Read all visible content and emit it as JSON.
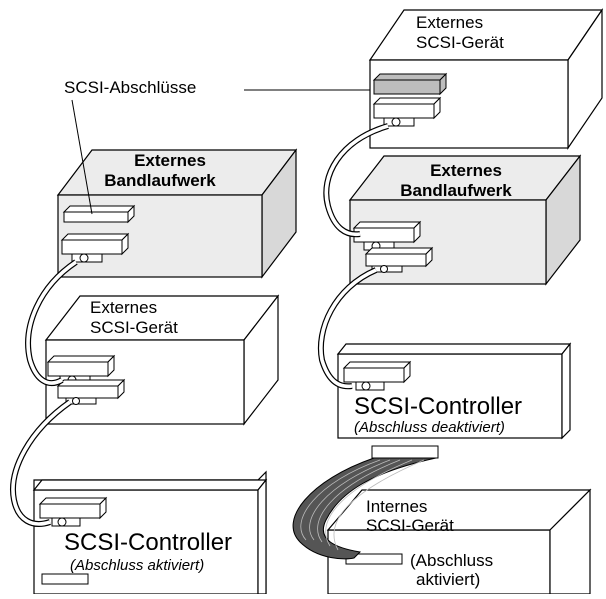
{
  "labels": {
    "terminators": "SCSI-Abschlüsse",
    "ext_tape_left_line1": "Externes",
    "ext_tape_left_line2": "Bandlaufwerk",
    "ext_dev_left_line1": "Externes",
    "ext_dev_left_line2": "SCSI-Gerät",
    "controller_left": "SCSI-Controller",
    "controller_left_note": "(Abschluss aktiviert)",
    "ext_dev_right_line1": "Externes",
    "ext_dev_right_line2": "SCSI-Gerät",
    "ext_tape_right_line1": "Externes",
    "ext_tape_right_line2": "Bandlaufwerk",
    "controller_right": "SCSI-Controller",
    "controller_right_note": "(Abschluss deaktiviert)",
    "int_dev_line1": "Internes",
    "int_dev_line2": "SCSI-Gerät",
    "int_term_line1": "(Abschluss",
    "int_term_line2": "aktiviert)"
  },
  "colors": {
    "box_shaded": "#ececec",
    "box_side_shaded": "#d8d8d8",
    "box_white": "#ffffff",
    "line": "#000000",
    "cable": "#ffffff",
    "terminator": "#bdbdbd"
  }
}
